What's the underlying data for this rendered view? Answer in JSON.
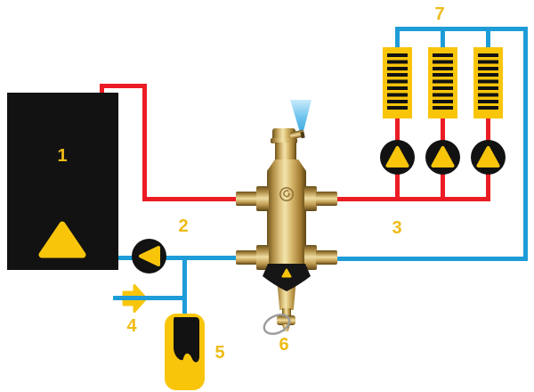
{
  "figure": {
    "kind": "hydronic heating system schematic with hydraulic separator",
    "background": "#FFFFFF"
  },
  "colors": {
    "hot_pipe_red": "#EC1C24",
    "return_pipe_blue": "#1E9CD8",
    "component_yellow": "#F8C50B",
    "label_yellow": "#EFBB17",
    "component_black": "#121212",
    "spray_light": "#C9EBFB",
    "spray_dark": "#2D9FD8",
    "ring_gray": "#9B9B9B"
  },
  "labels": {
    "boiler": "1",
    "boiler_pump": "2",
    "circuit_pumps": "3",
    "fill_valve": "4",
    "dirt_separator": "5",
    "hydraulic_separator": "6",
    "radiators": "7"
  }
}
